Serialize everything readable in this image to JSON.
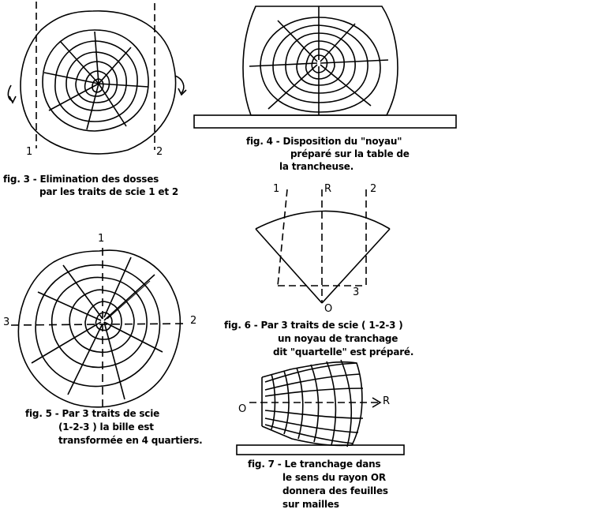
{
  "fig3": {
    "caption_line1": "fig. 3 - Elimination des dosses",
    "caption_line2": "par les traits de scie 1 et 2",
    "label_1": "1",
    "label_2": "2"
  },
  "fig4": {
    "caption_line1": "fig. 4 - Disposition du \"noyau\"",
    "caption_line2": "préparé sur la table de",
    "caption_line3": "la trancheuse."
  },
  "fig5": {
    "caption_line1": "fig. 5 - Par 3 traits de scie",
    "caption_line2": "(1-2-3 ) la bille est",
    "caption_line3": "transformée en 4 quartiers.",
    "label_1": "1",
    "label_2": "2",
    "label_3": "3"
  },
  "fig6": {
    "caption_line1": "fig. 6 - Par 3 traits de scie ( 1-2-3 )",
    "caption_line2": "un noyau de tranchage",
    "caption_line3": "dit \"quartelle\" est préparé.",
    "label_1": "1",
    "label_R": "R",
    "label_2": "2",
    "label_3": "3",
    "label_O": "O"
  },
  "fig7": {
    "caption_line1": "fig. 7 - Le tranchage dans",
    "caption_line2": "le sens du rayon OR",
    "caption_line3": "donnera des feuilles",
    "caption_line4": "sur mailles",
    "label_O": "O",
    "label_R": "R"
  }
}
